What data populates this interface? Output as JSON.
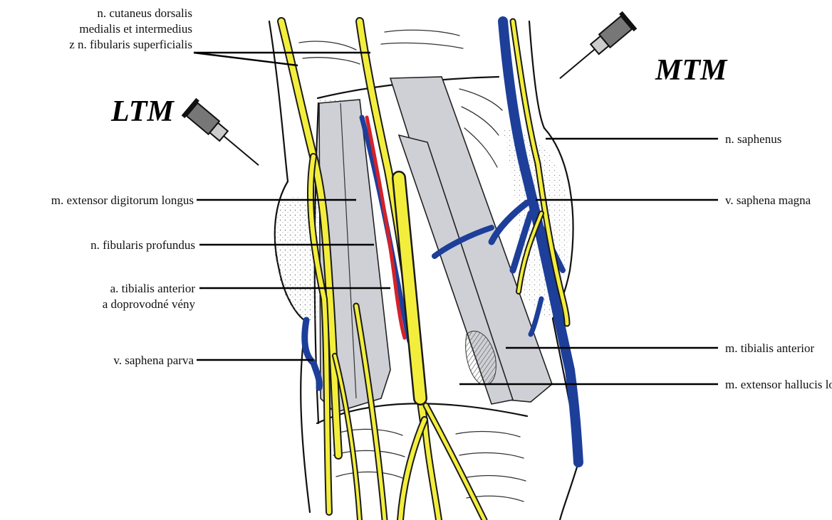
{
  "labels": {
    "cutaneus_line1": "n. cutaneus dorsalis",
    "cutaneus_line2": "medialis et intermedius",
    "cutaneus_line3": "z n. fibularis superficialis",
    "ltm": "LTM",
    "mtm": "MTM",
    "edl": "m. extensor digitorum longus",
    "fib_prof": "n. fibularis profundus",
    "tib_ant_line1": "a. tibialis anterior",
    "tib_ant_line2": "a doprovodné vény",
    "saph_parva": "v. saphena parva",
    "saphenus": "n. saphenus",
    "saph_magna": "v. saphena magna",
    "tib_ant_m": "m. tibialis anterior",
    "ehl": "m. extensor hallucis longus"
  },
  "colors": {
    "nerve": "#f3ee3c",
    "vein": "#1d3f9a",
    "artery": "#d4212a",
    "muscle": "#cfd0d6"
  },
  "icons": [
    "syringe-icon",
    "syringe-icon"
  ]
}
